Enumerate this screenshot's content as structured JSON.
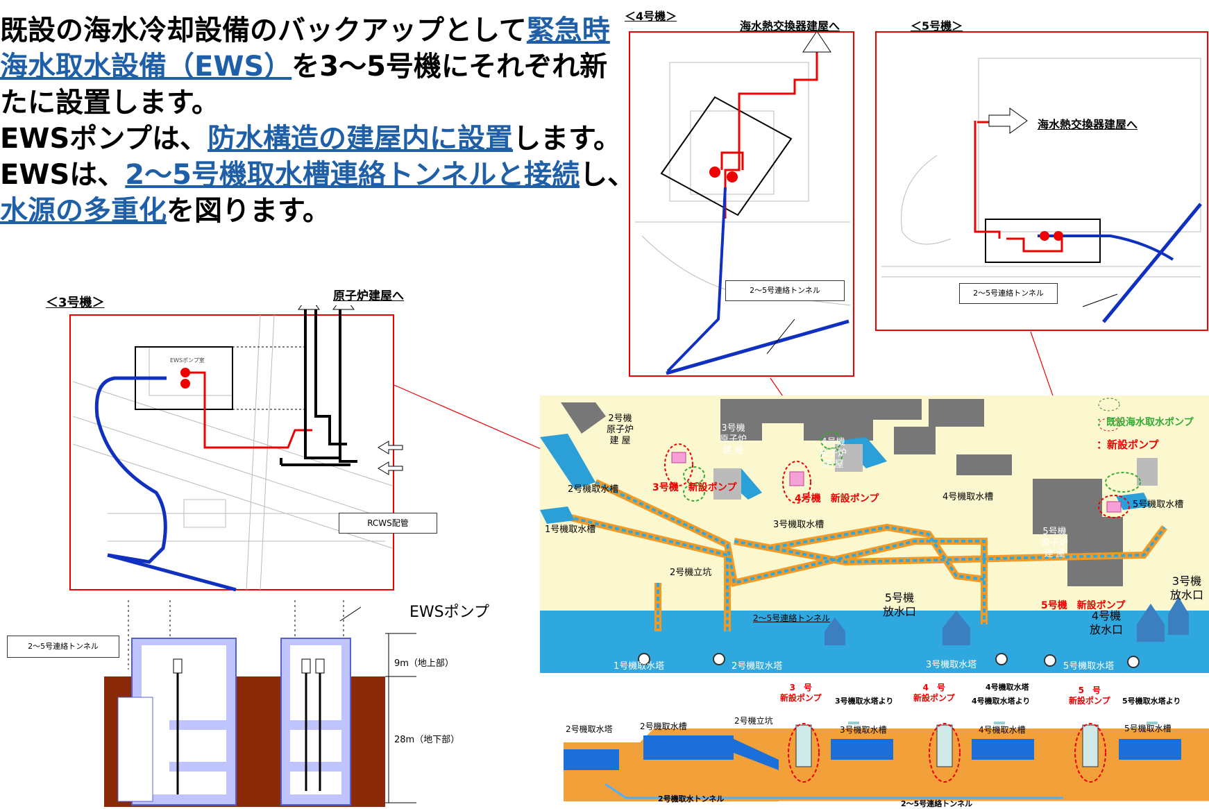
{
  "intro": {
    "line1_a": "既設の海水冷却設備のバックアップとして",
    "line1_b": "緊急時",
    "line2_a": "海水取水設備（EWS）",
    "line2_b": "を3～5号機にそれぞれ新",
    "line3": "たに設置します。",
    "line4_a": "EWSポンプは、",
    "line4_b": "防水構造の建屋内に設置",
    "line4_c": "します。",
    "line5_a": "EWSは、",
    "line5_b": "2～5号機取水槽連絡トンネルと接続",
    "line5_c": "し、",
    "line6_a": "水源の多重化",
    "line6_b": "を図ります。"
  },
  "unit3": {
    "title": "＜3号機＞",
    "to_reactor": "原子炉建屋へ",
    "pump_room": "EWSポンプ室",
    "rcws": "RCWS配管",
    "tunnel": "2～5号連絡トンネル",
    "ews_pump": "EWSポンプ",
    "above": "9m（地上部）",
    "below": "28m（地下部）"
  },
  "unit4": {
    "title": "＜4号機＞",
    "to_hx": "海水熱交換器建屋へ",
    "tunnel": "2～5号連絡トンネル"
  },
  "unit5": {
    "title": "＜5号機＞",
    "to_hx": "海水熱交換器建屋へ",
    "tunnel": "2～5号連絡トンネル"
  },
  "site": {
    "r2": "2号機\n原子炉\n建 屋",
    "r3": "3号機\n原子炉\n建 屋",
    "r4": "4号機\n原子炉\n建 屋",
    "r5": "5号機\n原子炉\n建 屋",
    "legend_existing": "：既設海水取水ポンプ",
    "legend_new": "：新設ポンプ",
    "tank2": "2号機取水槽",
    "tank1": "1号機取水槽",
    "tank3": "3号機取水槽",
    "tank4": "4号機取水槽",
    "tank5": "5号機取水槽",
    "new3": "3号機　新設ポンプ",
    "new4": "4号機　新設ポンプ",
    "new5": "5号機　新設ポンプ",
    "shaft2": "2号機立坑",
    "tunnel": "2～5号連絡トンネル",
    "out5": "5号機\n放水口",
    "out4": "4号機\n放水口",
    "out3": "3号機\n放水口",
    "tower1": "1号機取水塔",
    "tower2": "2号機取水塔",
    "tower3": "3号機取水塔",
    "tower5": "5号機取水塔"
  },
  "section": {
    "tower2": "2号機取水塔",
    "tank2": "2号機取水槽",
    "shaft2": "2号機立坑",
    "new3": "3　号\n新設ポンプ",
    "from3": "3号機取水塔より",
    "tank3": "3号機取水槽",
    "new4": "4　号\n新設ポンプ",
    "tower4": "4号機取水塔",
    "from4": "4号機取水塔より",
    "tank4": "4号機取水槽",
    "new5": "5　号\n新設ポンプ",
    "from5": "5号機取水塔より",
    "tank5": "5号機取水槽",
    "tunnel2": "2号機取水トンネル",
    "tunnel25": "2～5号連絡トンネル"
  },
  "colors": {
    "blue": "#1030c0",
    "red": "#e00000",
    "hl": "#1f5fa8",
    "sea": "#2fa8e0",
    "land": "#fbf7cf",
    "soil": "#f2a13a"
  }
}
